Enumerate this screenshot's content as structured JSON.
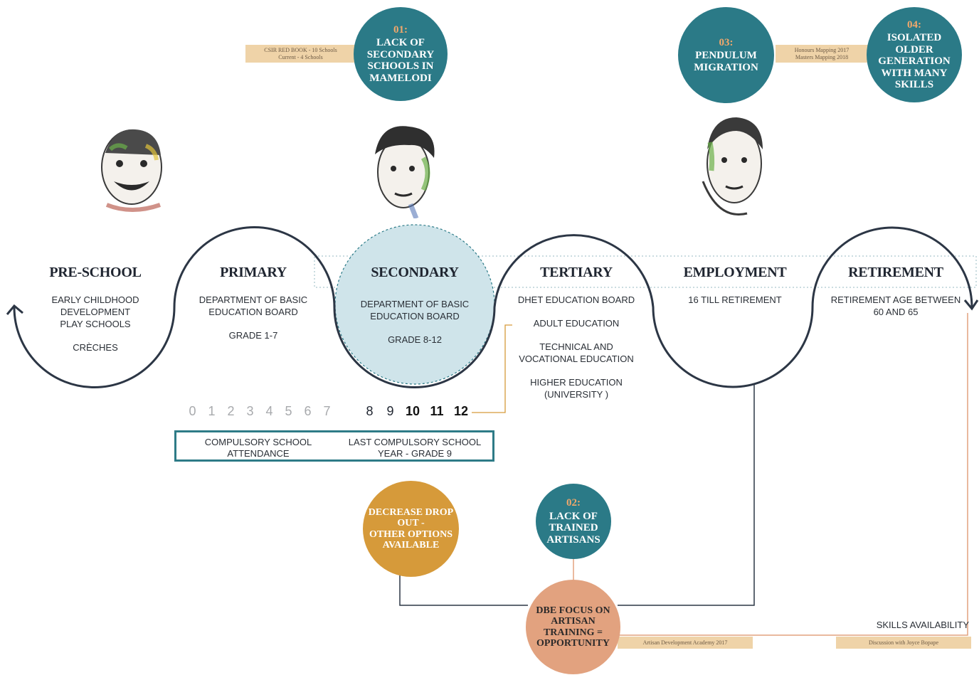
{
  "colors": {
    "teal": "#2b7a87",
    "teal_light": "#cfe4ea",
    "orange": "#d69a3a",
    "salmon": "#e2a27f",
    "tag": "#efd3a8",
    "navy": "#2c3645"
  },
  "bubbles": {
    "b01": {
      "num": "01:",
      "text": "LACK OF\nSECONDARY\nSCHOOLS IN\nMAMELODI"
    },
    "b02": {
      "num": "02:",
      "text": "LACK OF\nTRAINED\nARTISANS"
    },
    "b03": {
      "num": "03:",
      "text": "PENDULUM\nMIGRATION"
    },
    "b04": {
      "num": "04:",
      "text": "ISOLATED\nOLDER\nGENERATION\nWITH MANY\nSKILLS"
    },
    "dropout": {
      "text": "DECREASE DROP\nOUT -\nOTHER OPTIONS\nAVAILABLE"
    },
    "dbe": {
      "text": "DBE FOCUS ON\nARTISAN\nTRAINING =\nOPPORTUNITY"
    }
  },
  "tags": {
    "csir": {
      "line1": "CSIR RED BOOK - 10 Schools",
      "line2": "Current - 4 Schools"
    },
    "honours": {
      "line1": "Honours Mapping 2017",
      "line2": "Masters Mapping 2018"
    },
    "artisan": {
      "line1": "Artisan Development Academy 2017"
    },
    "discussion": {
      "line1": "Discussion with Joyce Bopape"
    }
  },
  "stages": {
    "preschool": {
      "title": "PRE-SCHOOL",
      "l1": "EARLY CHILDHOOD\nDEVELOPMENT\nPLAY SCHOOLS",
      "l2": "CRÈCHES"
    },
    "primary": {
      "title": "PRIMARY",
      "l1": "DEPARTMENT OF BASIC\nEDUCATION BOARD",
      "l2": "GRADE 1-7"
    },
    "secondary": {
      "title": "SECONDARY",
      "l1": "DEPARTMENT OF BASIC\nEDUCATION BOARD",
      "l2": "GRADE 8-12"
    },
    "tertiary": {
      "title": "TERTIARY",
      "l1": "DHET EDUCATION BOARD",
      "l2": "ADULT EDUCATION",
      "l3": "TECHNICAL AND\nVOCATIONAL EDUCATION",
      "l4": "HIGHER EDUCATION\n(UNIVERSITY )"
    },
    "employment": {
      "title": "EMPLOYMENT",
      "l1": "16 TILL RETIREMENT"
    },
    "retirement": {
      "title": "RETIREMENT",
      "l1": "RETIREMENT AGE BETWEEN\n60 AND 65"
    }
  },
  "grades": {
    "light": [
      "0",
      "1",
      "2",
      "3",
      "4",
      "5",
      "6",
      "7"
    ],
    "dark": [
      "8",
      "9"
    ],
    "bold": [
      "10",
      "11",
      "12"
    ]
  },
  "compulsory": {
    "left": "COMPULSORY SCHOOL\nATTENDANCE",
    "right": "LAST COMPULSORY SCHOOL\nYEAR - GRADE 9"
  },
  "skills_label": "SKILLS AVAILABILITY"
}
